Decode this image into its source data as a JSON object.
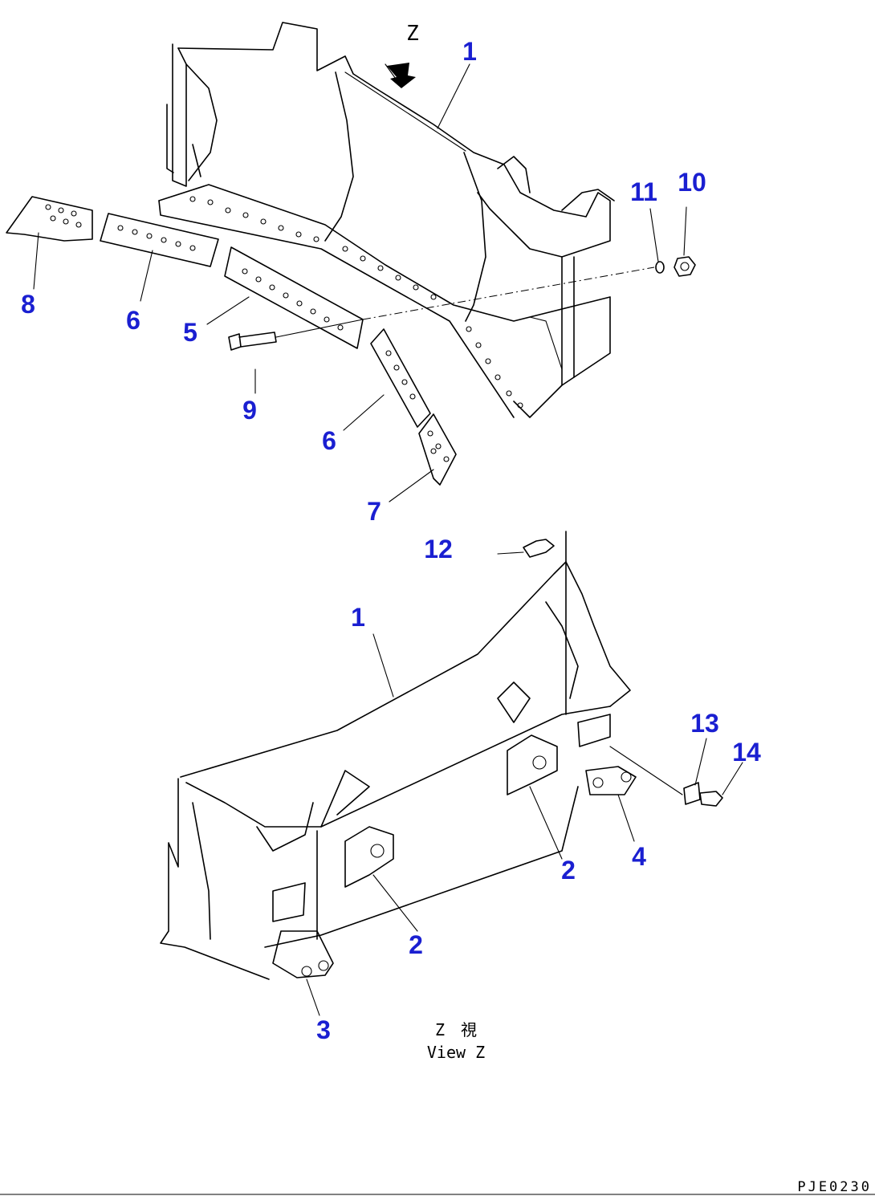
{
  "view_marker": "Z",
  "callouts": {
    "c1_top": "1",
    "c1_bottom": "1",
    "c2_left": "2",
    "c2_right": "2",
    "c3": "3",
    "c4": "4",
    "c5": "5",
    "c6_upper": "6",
    "c6_lower": "6",
    "c7": "7",
    "c8": "8",
    "c9": "9",
    "c10": "10",
    "c11": "11",
    "c12": "12",
    "c13": "13",
    "c14": "14"
  },
  "view_caption_jp": "Z　視",
  "view_caption_en": "View Z",
  "drawing_code": "PJE0230",
  "colors": {
    "callout": "#1a1fd1",
    "line": "#000000"
  }
}
